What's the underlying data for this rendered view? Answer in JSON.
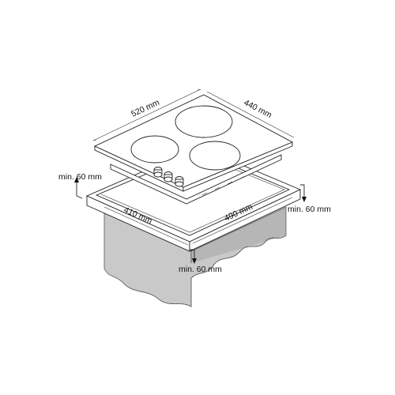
{
  "figure": {
    "dimensions": {
      "hob_width": "520 mm",
      "hob_depth": "440 mm",
      "cutout_depth": "410 mm",
      "cutout_width": "490 mm",
      "clearance_left": "min. 60 mm",
      "clearance_right": "min. 60 mm",
      "clearance_front": "min. 60 mm"
    },
    "colors": {
      "line": "#222222",
      "cabinet": "#c9c9c9",
      "background": "#ffffff"
    }
  }
}
